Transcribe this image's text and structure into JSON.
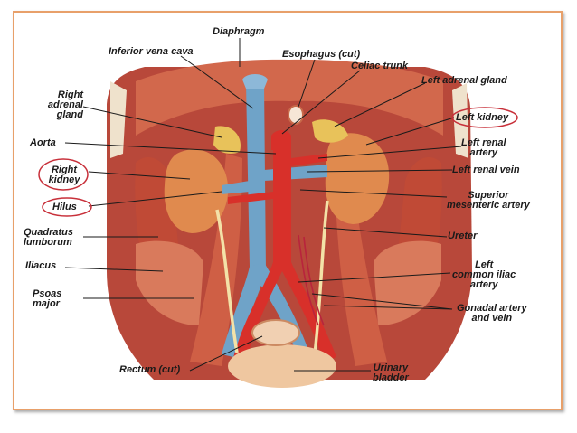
{
  "labels": {
    "diaphragm": "Diaphragm",
    "inferior_vena_cava": "Inferior vena cava",
    "esophagus": "Esophagus (cut)",
    "celiac_trunk": "Celiac trunk",
    "left_adrenal_gland": "Left adrenal gland",
    "right_adrenal_gland": "Right\nadrenal\ngland",
    "left_kidney": "Left kidney",
    "aorta": "Aorta",
    "left_renal_artery": "Left renal\nartery",
    "right_kidney": "Right\nkidney",
    "left_renal_vein": "Left renal vein",
    "hilus": "Hilus",
    "superior_mesenteric_artery": "Superior\nmesenteric artery",
    "quadratus_lumborum": "Quadratus\nlumborum",
    "ureter": "Ureter",
    "iliacus": "Iliacus",
    "left_common_iliac_artery": "Left\ncommon iliac\nartery",
    "psoas_major": "Psoas\nmajor",
    "gonadal_artery_vein": "Gonadal artery\nand vein",
    "rectum": "Rectum (cut)",
    "urinary_bladder": "Urinary\nbladder"
  },
  "colors": {
    "frame_border": "#e8a06a",
    "muscle": "#c9553a",
    "kidney": "#e08a4e",
    "adrenal": "#e8c25a",
    "vein": "#6fa3c8",
    "artery": "#d8302a",
    "ureter": "#f3e2a8",
    "highlight_circle": "#c8303a"
  }
}
